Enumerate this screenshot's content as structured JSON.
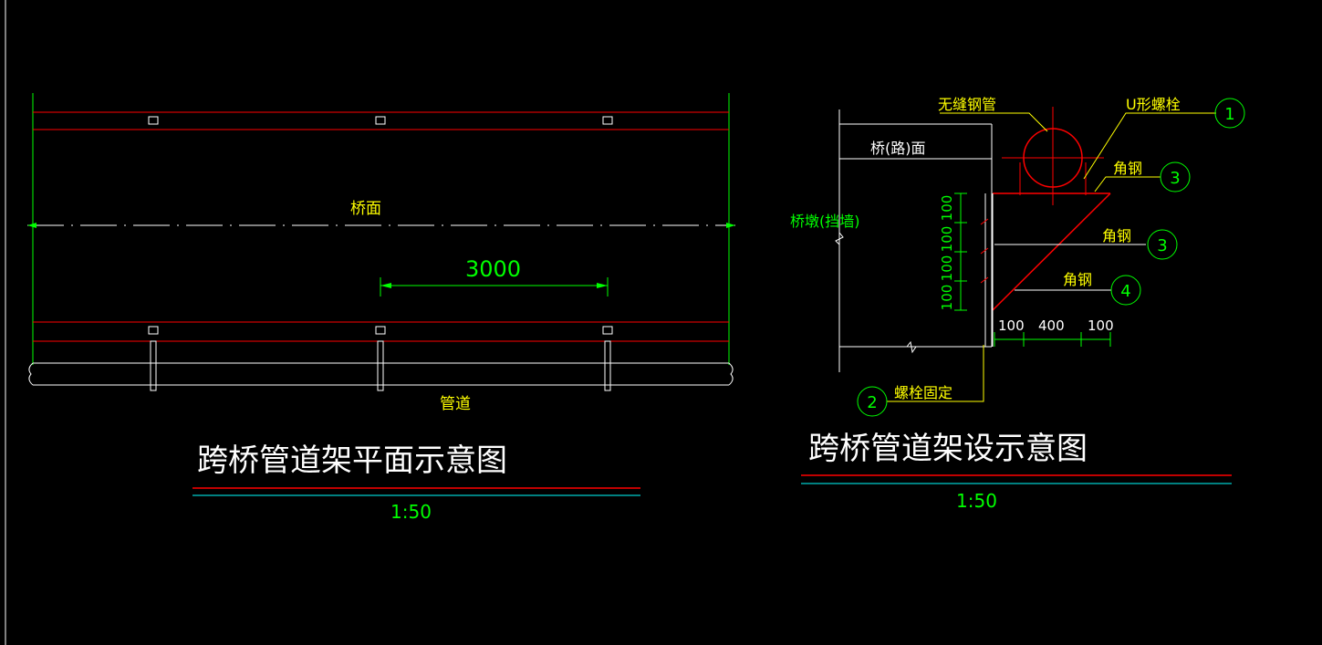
{
  "colors": {
    "background": "#000000",
    "green": "#00ff00",
    "red": "#ff0000",
    "white": "#ffffff",
    "yellow": "#ffff00",
    "cyan": "#00ffff"
  },
  "plan": {
    "bridge_deck_label": "桥面",
    "pipe_label": "管道",
    "dimension": "3000",
    "title": "跨桥管道架平面示意图",
    "scale": "1:50"
  },
  "section": {
    "seamless_pipe_label": "无缝钢管",
    "u_bolt_label": "U形螺栓",
    "bridge_surface_label": "桥(路)面",
    "pier_label": "桥墩(挡墙)",
    "angle_steel_a": "角钢",
    "angle_steel_b": "角钢",
    "angle_steel_c": "角钢",
    "bolt_fix_label": "螺栓固定",
    "callouts": [
      "1",
      "3",
      "3",
      "4",
      "2"
    ],
    "vertical_dims": [
      "100",
      "100",
      "100",
      "100"
    ],
    "horizontal_dims": [
      "100",
      "400",
      "100"
    ],
    "title": "跨桥管道架设示意图",
    "scale": "1:50"
  }
}
